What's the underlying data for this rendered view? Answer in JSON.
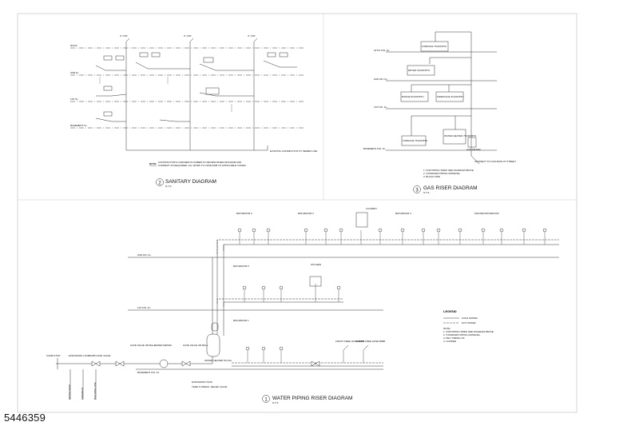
{
  "sheet": {
    "listing_number": "5446359"
  },
  "sanitary": {
    "title": "SANITARY DIAGRAM",
    "number": "2",
    "scale": "N.T.S.",
    "levels": [
      "ROOF",
      "2ND FL.",
      "1ST FL.",
      "BASEMENT FL."
    ],
    "note_heading": "NOTE:",
    "note_text": "CONTRACTOR'S LICENSED PLUMBER TO REVIEW RISER DIAGRAM AND CORRECT AS REQUIRED. ALL WORK TO CONFORM TO APPLICABLE CODES.",
    "vents": [
      "4\" VTR",
      "3\" VTR",
      "4\" VTR"
    ],
    "exit_label": "EXISTING CONNECTION TO SEWER LINE"
  },
  "gas": {
    "title": "GAS RISER DIAGRAM",
    "number": "3",
    "scale": "N.T.S.",
    "levels": [
      "ATTIC FIN. FL.",
      "2ND FIN. FL.",
      "1ST FIN. FL.",
      "BASEMENT FIN. FL."
    ],
    "appliances": [
      "FURNACE 75,000 BTU",
      "DRYER 30,000 BTU",
      "RANGE 60,000 BTU",
      "FIREPLACE 40,000 BTU",
      "FURNACE 75,000 BTU",
      "WATER HEATER 75,000 BTU",
      "GAS METER"
    ],
    "notes": [
      "1. FOR PIPING SIZES SEE DIAGRAM ABOVE",
      "2. STANDARD PIPING MATERIAL",
      "3. BLACK PIPE"
    ],
    "street_label": "CONNECT TO GAS MAIN AT STREET"
  },
  "water": {
    "title": "WATER PIPING RISER DIAGRAM",
    "number": "1",
    "scale": "N.T.S.",
    "levels": [
      "2ND FIN. FL.",
      "1ST FIN. FL.",
      "BASEMENT FIN. FL."
    ],
    "rooms_upper": [
      "BATHROOM 2",
      "BATHROOM 3",
      "LAUNDRY",
      "BATHROOM 4",
      "MASTER BATHROOM"
    ],
    "rooms_middle": [
      "BATHROOM 5",
      "KITCHEN"
    ],
    "rooms_lower": [
      "BATHROOM 1"
    ],
    "legend_heading": "LEGEND",
    "legend_items": [
      "COLD WATER",
      "HOT WATER"
    ],
    "legend_notes": [
      "NOTE:",
      "1. FOR PIPING SIZES SEE DIAGRAM ABOVE",
      "2. STANDARD PIPING MATERIAL",
      "3. PEX TUBING OK",
      "4. COPPER"
    ],
    "equipment": [
      "GATE VALVE OR BALL",
      "WATER METER",
      "GATE VALVE OR BALL",
      "WATER HEATER 50 GAL",
      "EXPANSION TANK",
      "TEMP & PRESS. RELIEF VALVE"
    ],
    "entry": [
      "CURB STOP",
      "EXPANSION LOOP",
      "CURB GATE VALVE",
      "WATER MAIN",
      "SIDEWALK",
      "BUILDING LINE"
    ],
    "hose_bibbs": [
      "FROST FREE HOSE BIBB",
      "FROST FREE HOSE BIBB"
    ]
  }
}
